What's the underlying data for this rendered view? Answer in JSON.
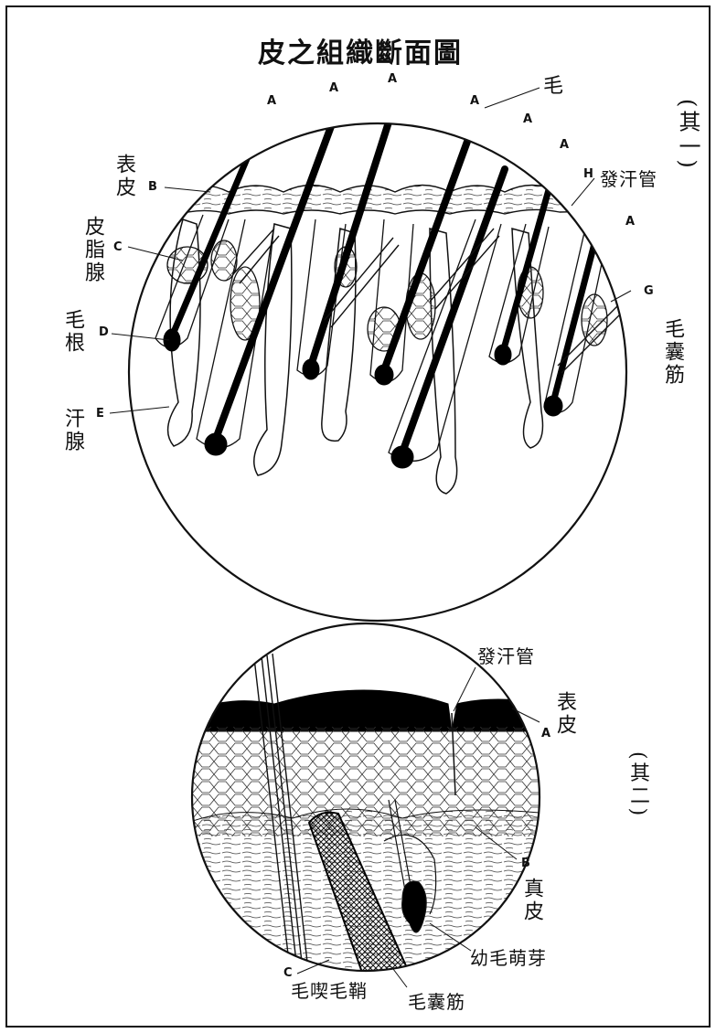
{
  "title": "皮之組織斷面圖",
  "figure1": {
    "part_label": "(其一)",
    "letters": {
      "A": "A",
      "B": "B",
      "C": "C",
      "D": "D",
      "E": "E",
      "G": "G",
      "H": "H"
    },
    "labels": {
      "hair": "毛",
      "epidermis": "表皮",
      "sebaceous_gland": "皮脂腺",
      "hair_root": "毛根",
      "sweat_gland": "汗腺",
      "sweat_duct": "發汗管",
      "hair_follicle_muscle": "毛囊筋"
    }
  },
  "figure2": {
    "part_label": "(其二)",
    "letters": {
      "A": "A",
      "B": "B",
      "C": "C"
    },
    "labels": {
      "sweat_duct": "發汗管",
      "epidermis": "表皮",
      "dermis": "真皮",
      "hair_bud": "幼毛萌芽",
      "hair_sheath": "毛喫毛鞘",
      "hair_follicle_muscle": "毛囊筋"
    }
  }
}
